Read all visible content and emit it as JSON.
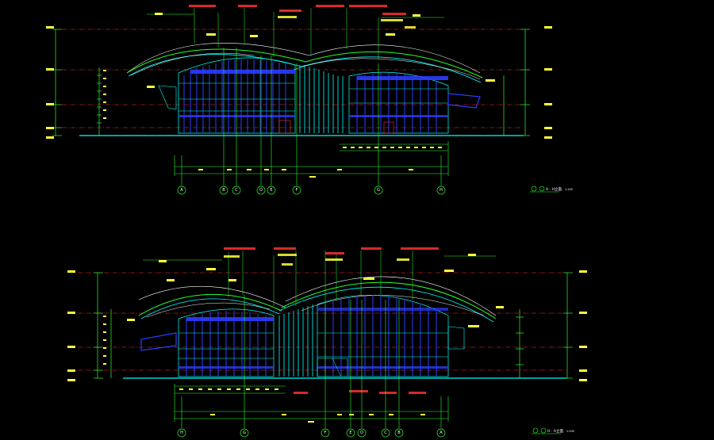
{
  "colors": {
    "background": "#000000",
    "cyan": "#00ffff",
    "blue": "#2b3cff",
    "green": "#28ff28",
    "white": "#ffffff",
    "red": "#ff3030",
    "yellow": "#ffff3c"
  },
  "elevation_top": {
    "grid_labels": [
      "A",
      "B",
      "C",
      "D",
      "E",
      "F",
      "G",
      "H"
    ],
    "title": "A - H立面",
    "scale": "1:100"
  },
  "elevation_bottom": {
    "grid_labels": [
      "H",
      "G",
      "F",
      "E",
      "D",
      "C",
      "B",
      "A"
    ],
    "title": "H - A立面",
    "scale": "1:100"
  }
}
